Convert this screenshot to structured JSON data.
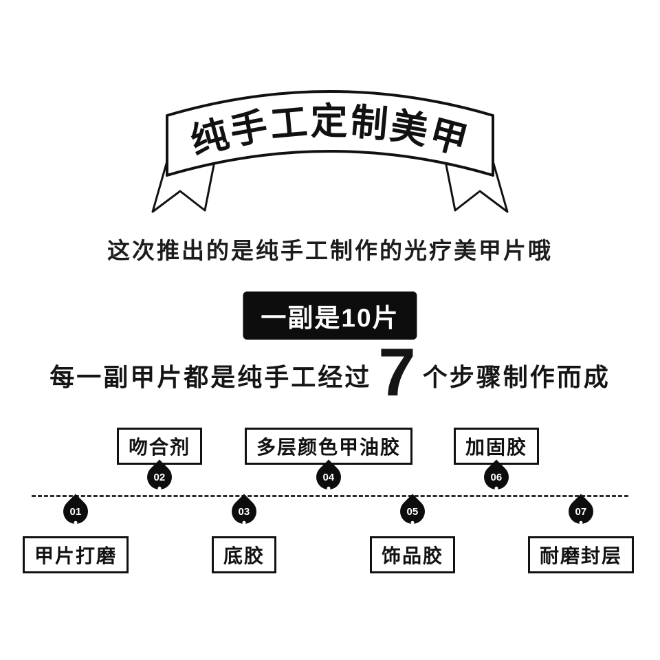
{
  "ribbon": {
    "title": "纯手工定制美甲"
  },
  "intro": {
    "subtitle": "这次推出的是纯手工制作的光疗美甲片哦"
  },
  "badge": {
    "label": "一副是10片"
  },
  "steps_line": {
    "prefix": "每一副甲片都是纯手工经过",
    "count": "7",
    "suffix": "个步骤制作而成"
  },
  "timeline": {
    "steps": [
      {
        "num": "01",
        "label": "甲片打磨",
        "position": "below"
      },
      {
        "num": "02",
        "label": "吻合剂",
        "position": "above"
      },
      {
        "num": "03",
        "label": "底胶",
        "position": "below"
      },
      {
        "num": "04",
        "label": "多层颜色甲油胶",
        "position": "above"
      },
      {
        "num": "05",
        "label": "饰品胶",
        "position": "below"
      },
      {
        "num": "06",
        "label": "加固胶",
        "position": "above"
      },
      {
        "num": "07",
        "label": "耐磨封层",
        "position": "below"
      }
    ]
  },
  "colors": {
    "ink": "#111111",
    "background": "#ffffff",
    "badge_bg": "#0d0d0d"
  }
}
